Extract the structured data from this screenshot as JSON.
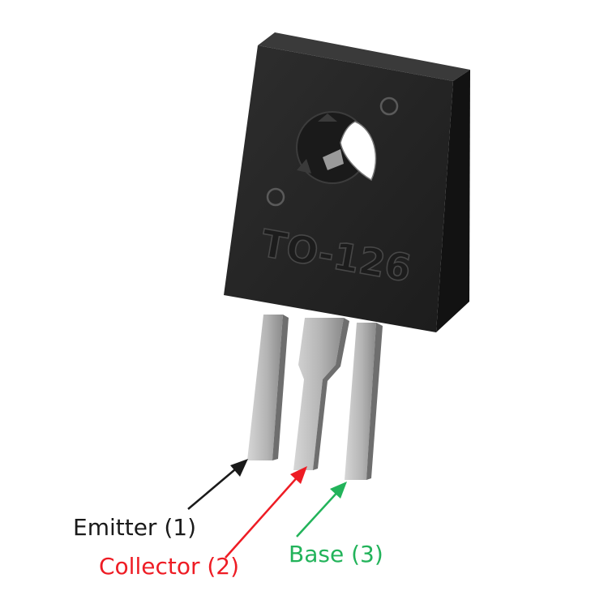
{
  "package": {
    "marking": "TO-126"
  },
  "labels": {
    "emitter": {
      "text": "Emitter (1)",
      "color": "#1a1a1a"
    },
    "collector": {
      "text": "Collector (2)",
      "color": "#ee1c24"
    },
    "base": {
      "text": "Base (3)",
      "color": "#22b35a"
    }
  },
  "colors": {
    "body_front": "#262626",
    "body_top": "#3d3d3d",
    "body_side": "#111111",
    "lead_light": "#c2c2c2",
    "lead_dark": "#7a7a7a"
  }
}
